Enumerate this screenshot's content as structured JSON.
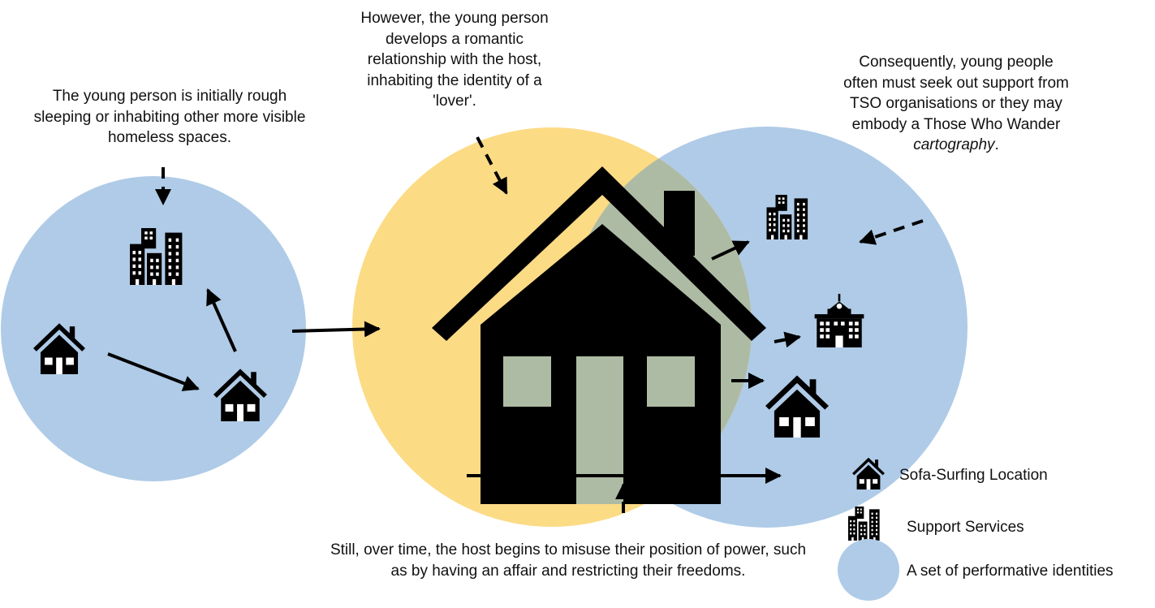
{
  "annotations": {
    "left": "The young person is initially rough sleeping or inhabiting other more visible homeless spaces.",
    "top": "However, the young person develops a romantic relationship with the host, inhabiting the identity of a 'lover'.",
    "right_prefix": "Consequently, young people often must seek out support from TSO organisations or they may embody a Those Who Wander",
    "right_emph": "cartography",
    "right_suffix": ".",
    "bottom": "Still, over time, the host begins to misuse their position of power, such as by having an affair and restricting their freedoms."
  },
  "legend": {
    "sofa": "Sofa-Surfing Location",
    "support": "Support Services",
    "identity": "A set of performative identities"
  },
  "colors": {
    "identity_blue": "#afcbe7",
    "lover_yellow": "#fcdb85",
    "overlap": "#aebba4",
    "icon": "#000000"
  },
  "icons": [
    "house-icon",
    "buildings-icon",
    "school-icon"
  ]
}
